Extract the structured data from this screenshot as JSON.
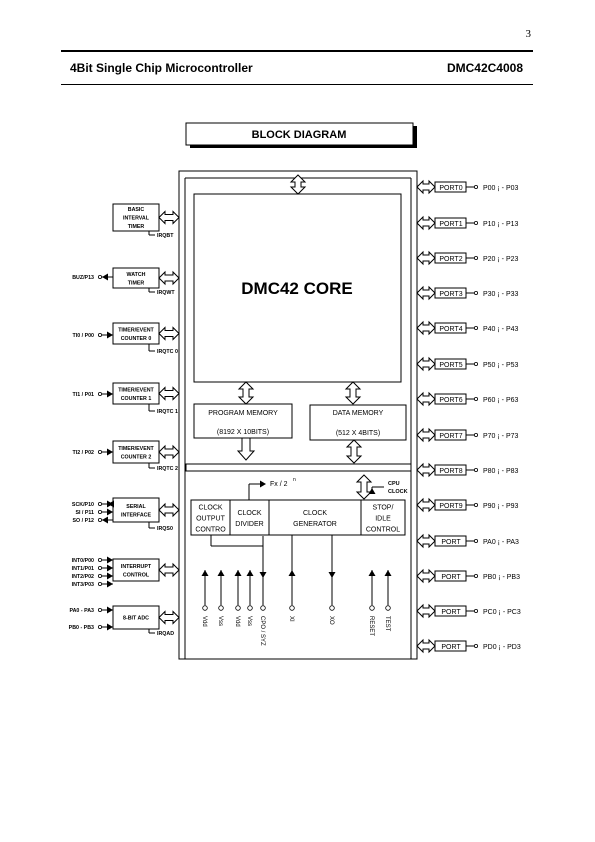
{
  "page_number": "3",
  "header": {
    "left": "4Bit Single Chip Microcontroller",
    "right": "DMC42C4008"
  },
  "title": "BLOCK DIAGRAM",
  "core": "DMC42 CORE",
  "program_memory": {
    "line1": "PROGRAM MEMORY",
    "line2": "(8192 X 10BITS)"
  },
  "data_memory": {
    "line1": "DATA MEMORY",
    "line2": "(512 X 4BITS)"
  },
  "left_blocks": [
    {
      "lines": [
        "BASIC",
        "INTERVAL",
        "TIMER"
      ],
      "signal": "IRQBT",
      "pins": []
    },
    {
      "lines": [
        "WATCH",
        "TIMER"
      ],
      "signal": "IRQWT",
      "pins": [
        "BUZ/P13"
      ]
    },
    {
      "lines": [
        "TIMER/EVENT",
        "COUNTER  0"
      ],
      "signal": "IRQTC 0",
      "pins": [
        "TI0 / P00"
      ]
    },
    {
      "lines": [
        "TIMER/EVENT",
        "COUNTER  1"
      ],
      "signal": "IRQTC 1",
      "pins": [
        "TI1  / P01"
      ]
    },
    {
      "lines": [
        "TIMER/EVENT",
        "COUNTER  2"
      ],
      "signal": "IRQTC 2",
      "pins": [
        "TI2 / P02"
      ]
    },
    {
      "lines": [
        "SERIAL",
        "INTERFACE"
      ],
      "signal": "IRQS0",
      "pins": [
        "SCK/P10",
        "SI  /  P11",
        "SO / P12"
      ]
    },
    {
      "lines": [
        "INTERRUPT",
        "CONTROL"
      ],
      "signal": "",
      "pins": [
        "INT0/P00",
        "INT1/P01",
        "INT2/P02",
        "INT3/P03"
      ]
    },
    {
      "lines": [
        "8-BIT ADC"
      ],
      "signal": "IRQAD",
      "pins": [
        "PA0 - PA3",
        "PB0 - PB3"
      ]
    }
  ],
  "ports": [
    {
      "name": "PORT0",
      "pins": "P00 ¡ - P03"
    },
    {
      "name": "PORT1",
      "pins": "P10 ¡ - P13"
    },
    {
      "name": "PORT2",
      "pins": "P20 ¡ - P23"
    },
    {
      "name": "PORT3",
      "pins": "P30 ¡ - P33"
    },
    {
      "name": "PORT4",
      "pins": "P40 ¡ - P43"
    },
    {
      "name": "PORT5",
      "pins": "P50 ¡ - P53"
    },
    {
      "name": "PORT6",
      "pins": "P60 ¡ - P63"
    },
    {
      "name": "PORT7",
      "pins": "P70 ¡ - P73"
    },
    {
      "name": "PORT8",
      "pins": "P80 ¡ - P83"
    },
    {
      "name": "PORT9",
      "pins": "P90 ¡ - P93"
    },
    {
      "name": "PORT",
      "pins": "PA0 ¡ - PA3"
    },
    {
      "name": "PORT",
      "pins": "PB0 ¡ - PB3"
    },
    {
      "name": "PORT",
      "pins": "PC0 ¡ - PC3"
    },
    {
      "name": "PORT",
      "pins": "PD0 ¡ - PD3"
    }
  ],
  "clock_blocks": [
    {
      "lines": [
        "CLOCK",
        "OUTPUT",
        "CONTRO"
      ]
    },
    {
      "lines": [
        "CLOCK",
        "DIVIDER"
      ]
    },
    {
      "lines": [
        "CLOCK",
        "GENERATOR"
      ]
    },
    {
      "lines": [
        "STOP/",
        "IDLE",
        "CONTROL"
      ]
    }
  ],
  "fx_label": "Fx / 2",
  "fx_superscript": "n",
  "cpu_clock": [
    "CPU",
    "CLOCK"
  ],
  "bottom_pins": [
    "Vdd",
    "Vss",
    "Vdd",
    "Vss",
    "CPO / SYZ",
    "XI",
    "XO",
    "RESET",
    "TEST"
  ]
}
